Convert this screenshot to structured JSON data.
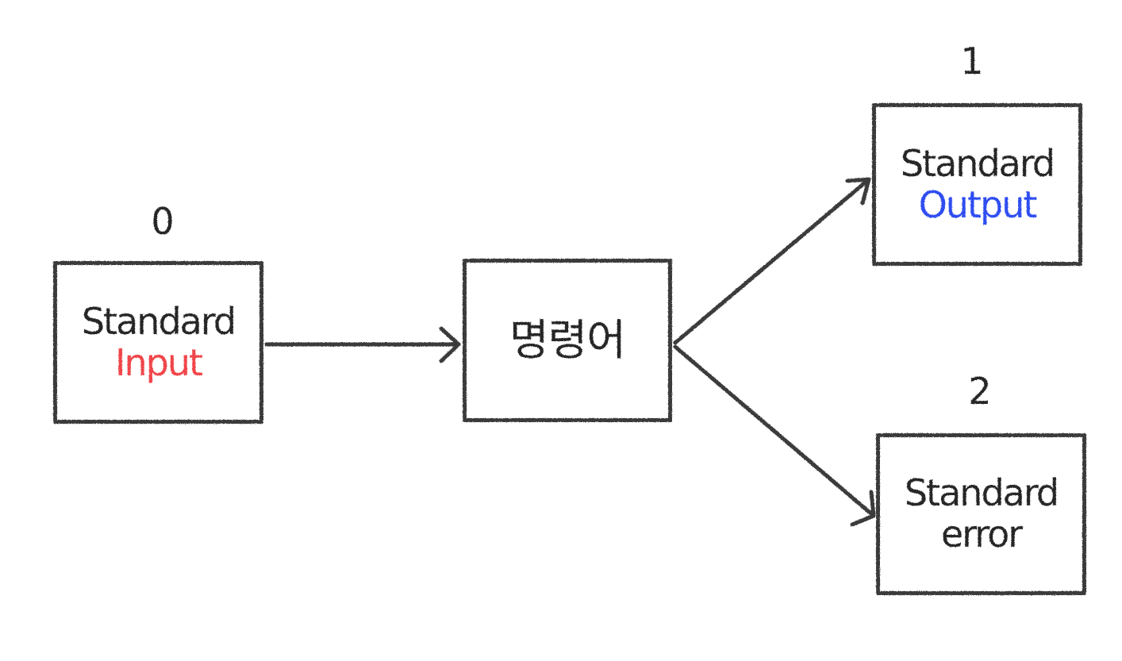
{
  "colors": {
    "ink": "#262626",
    "border": "#3a3a3a",
    "input_accent": "#f0454a",
    "output_accent": "#2f4ef0",
    "background": "#ffffff"
  },
  "nodes": {
    "stdin": {
      "number": "0",
      "line1": "Standard",
      "line2": "Input",
      "line2_color": "#f0454a"
    },
    "command": {
      "label": "명령어"
    },
    "stdout": {
      "number": "1",
      "line1": "Standard",
      "line2": "Output",
      "line2_color": "#2f4ef0"
    },
    "stderr": {
      "number": "2",
      "line1": "Standard",
      "line2": "error"
    }
  },
  "edges": [
    {
      "from": "stdin",
      "to": "command"
    },
    {
      "from": "command",
      "to": "stdout"
    },
    {
      "from": "command",
      "to": "stderr"
    }
  ]
}
